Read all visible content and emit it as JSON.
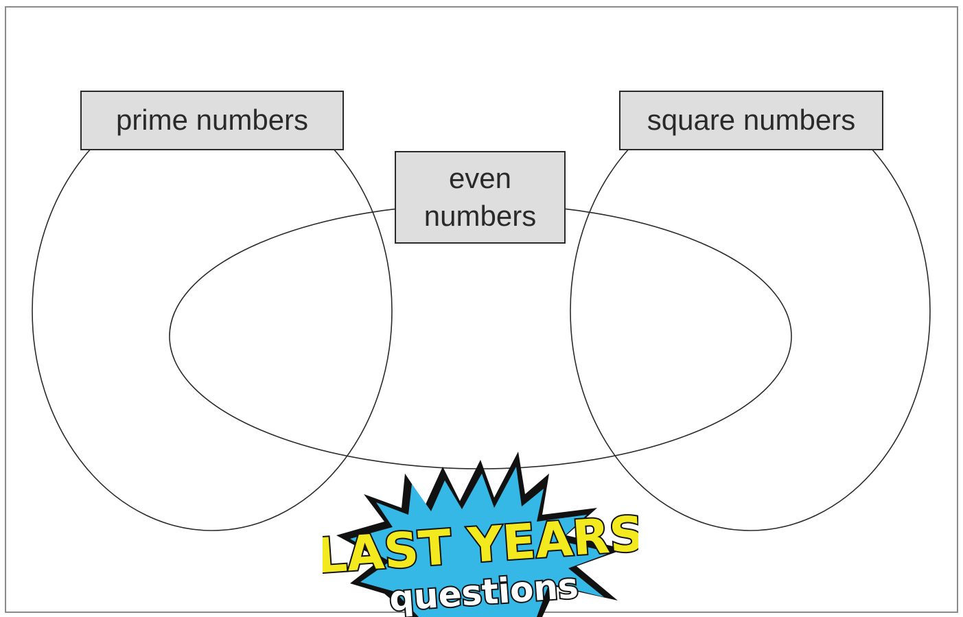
{
  "diagram": {
    "type": "venn",
    "sets": [
      {
        "id": "prime",
        "label": "prime numbers"
      },
      {
        "id": "even",
        "label_line1": "even",
        "label_line2": "numbers"
      },
      {
        "id": "square",
        "label": "square numbers"
      }
    ]
  },
  "watermark": {
    "line1": "LAST YEARS",
    "line2": "questions",
    "colors": {
      "burst": "#35b8e6",
      "text": "#f2ea1f",
      "outline": "#111111"
    }
  },
  "colors": {
    "label_fill": "#dedede",
    "stroke": "#2a2a2a",
    "frame": "#8a8a8a"
  }
}
